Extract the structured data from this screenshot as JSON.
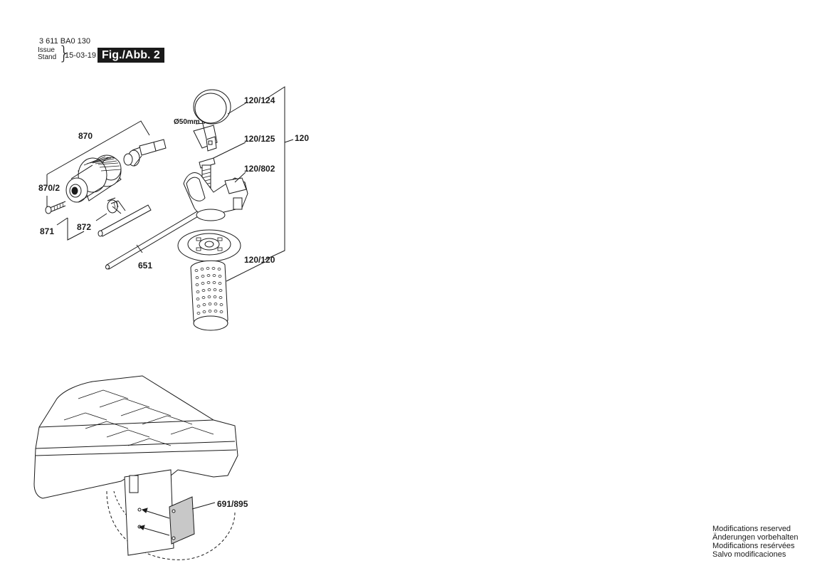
{
  "header": {
    "document_number": "3 611 BA0 130",
    "issue_label": "Issue",
    "stand_label": "Stand",
    "issue_date": "15-03-19",
    "figure_label": "Fig./Abb. 2"
  },
  "parts": {
    "p870": "870",
    "p870_2": "870/2",
    "p871": "871",
    "p872": "872",
    "p651": "651",
    "p120": "120",
    "p120_124": "120/124",
    "p120_125": "120/125",
    "p120_802": "120/802",
    "p120_120": "120/120",
    "p691_895": "691/895",
    "diameter_label": "Ø50mm"
  },
  "footer": {
    "line1": "Modifications reserved",
    "line2": "Änderungen vorbehalten",
    "line3": "Modifications resérvées",
    "line4": "Salvo modificaciones"
  }
}
